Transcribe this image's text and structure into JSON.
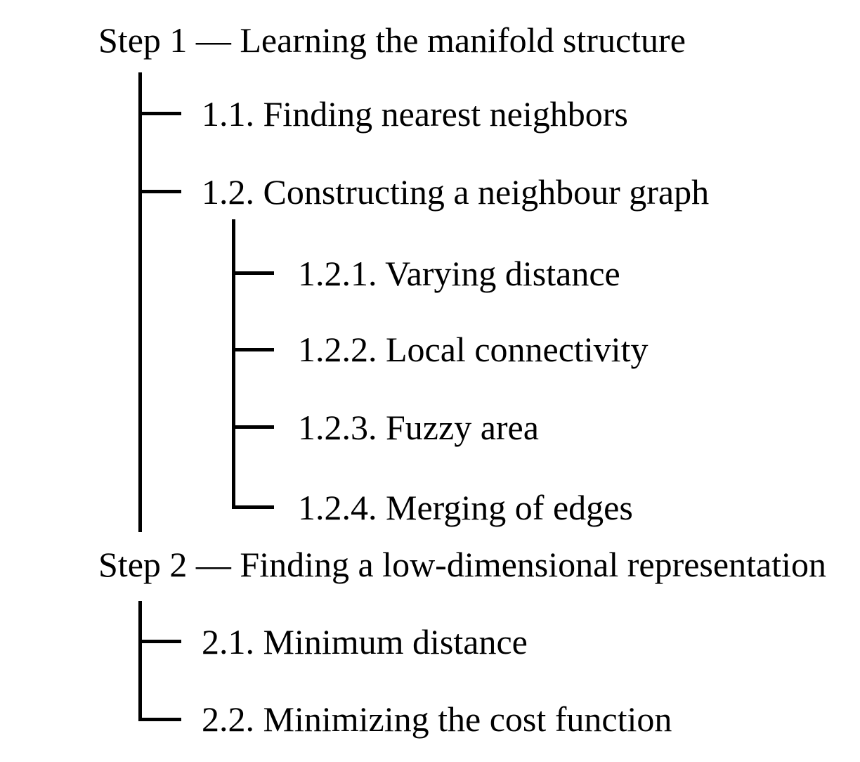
{
  "colors": {
    "background": "#ffffff",
    "text": "#000000",
    "line": "#000000"
  },
  "diagram": {
    "kind": "tree-outline",
    "steps": [
      {
        "label": "Step 1 — Learning the manifold structure",
        "children": [
          {
            "label": "1.1. Finding nearest neighbors",
            "children": []
          },
          {
            "label": "1.2. Constructing a neighbour graph",
            "children": [
              {
                "label": "1.2.1. Varying distance"
              },
              {
                "label": "1.2.2. Local connectivity"
              },
              {
                "label": "1.2.3. Fuzzy area"
              },
              {
                "label": "1.2.4. Merging of edges"
              }
            ]
          }
        ]
      },
      {
        "label": "Step 2 — Finding a low-dimensional representation",
        "children": [
          {
            "label": "2.1. Minimum distance"
          },
          {
            "label": "2.2. Minimizing the cost function"
          }
        ]
      }
    ]
  }
}
